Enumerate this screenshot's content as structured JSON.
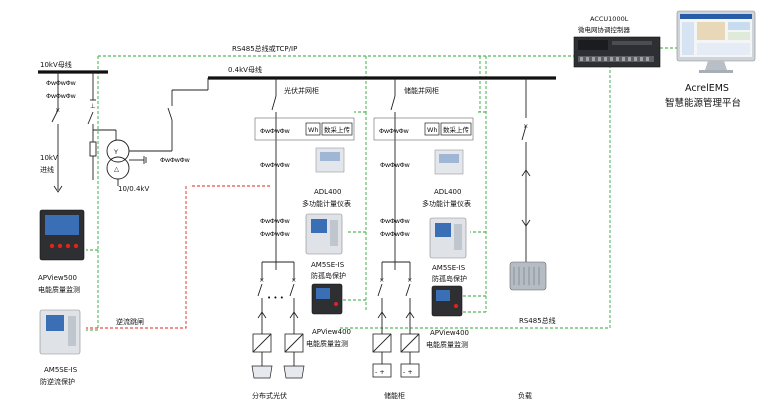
{
  "labels": {
    "rs485_tcp": "RS485总线或TCP/IP",
    "accu_model": "ACCU1000L",
    "accu_name": "微电网协调控制器",
    "ems_model": "AcrelEMS",
    "ems_name": "智慧能源管理平台",
    "bus_10kv": "10kV母线",
    "bus_04kv": "0.4kV母线",
    "pv_cabinet": "光伏并网柜",
    "es_cabinet": "储能并网柜",
    "incoming_10kv": "10kV",
    "incoming_line": "进线",
    "transformer": "10/0.4kV",
    "upload_pv": "数采上传",
    "upload_es": "数采上传",
    "wh": "Wh",
    "adl_pv_model": "ADL400",
    "adl_pv_name": "多功能计量仪表",
    "adl_es_model": "ADL400",
    "adl_es_name": "多功能计量仪表",
    "am5se_pv_model": "AM5SE-IS",
    "am5se_pv_name": "防孤岛保护",
    "am5se_es_model": "AM5SE-IS",
    "am5se_es_name": "防孤岛保护",
    "apv500_model": "APView500",
    "apv500_name": "电能质量监测",
    "apv400_pv_model": "APView400",
    "apv400_pv_name": "电能质量监测",
    "apv400_es_model": "APView400",
    "apv400_es_name": "电能质量监测",
    "am5se_left_model": "AM5SE-IS",
    "am5se_left_name": "防逆流保护",
    "reverse_trip": "逆流跳闸",
    "rs485_bus": "RS485总线",
    "pv_distributed": "分布式光伏",
    "es_cabinet_bottom": "储能柜",
    "load": "负载",
    "ct_triple": "ΦwΦwΦw",
    "ct_pair": "ΦwΦw",
    "dots": "• • •"
  },
  "colors": {
    "green_comm": "#2eaa3a",
    "red_trip": "#e2231a",
    "device_dark": "#2d2f33",
    "device_light": "#dfe3e8",
    "screen_blue": "#3a6fb6"
  }
}
